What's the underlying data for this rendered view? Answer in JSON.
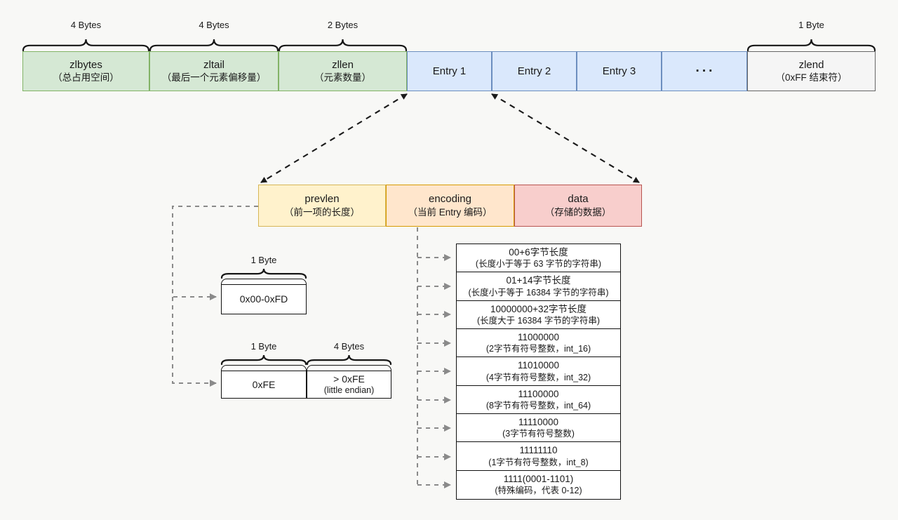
{
  "palette": {
    "background": "#f8f8f6",
    "green_fill": "#d5e8d4",
    "green_stroke": "#82b366",
    "blue_fill": "#dae8fc",
    "blue_stroke": "#6c8ebf",
    "gray_fill": "#f5f5f5",
    "gray_stroke": "#666666",
    "yellow_fill": "#fff2cc",
    "yellow_stroke": "#d6b656",
    "orange_fill": "#ffe6cc",
    "orange_stroke": "#d79b00",
    "red_fill": "#f8cecc",
    "red_stroke": "#b85450",
    "connector_black": "#1a1a1a",
    "connector_gray": "#8a8a8a"
  },
  "ziplist": {
    "size_labels": [
      "4 Bytes",
      "4 Bytes",
      "2 Bytes",
      "1 Byte"
    ],
    "segments": [
      {
        "name": "zlbytes",
        "subtitle": "（总占用空间）"
      },
      {
        "name": "zltail",
        "subtitle": "（最后一个元素偏移量）"
      },
      {
        "name": "zllen",
        "subtitle": "（元素数量）"
      },
      {
        "name": "Entry 1"
      },
      {
        "name": "Entry 2"
      },
      {
        "name": "Entry 3"
      },
      {
        "name": "···"
      },
      {
        "name": "zlend",
        "subtitle": "（0xFF 结束符）"
      }
    ]
  },
  "entry_fields": [
    {
      "name": "prevlen",
      "subtitle": "（前一项的长度）"
    },
    {
      "name": "encoding",
      "subtitle": "（当前 Entry 编码）"
    },
    {
      "name": "data",
      "subtitle": "（存储的数据）"
    }
  ],
  "prevlen_cases": {
    "one_byte": {
      "size_label": "1 Byte",
      "value": "0x00-0xFD"
    },
    "five_byte": {
      "flag": {
        "size_label": "1 Byte",
        "value": "0xFE"
      },
      "length": {
        "size_label": "4 Bytes",
        "value": "> 0xFE",
        "note": "(little endian)"
      }
    }
  },
  "encoding_table": [
    {
      "code": "00+6字节长度",
      "desc": "(长度小于等于 63 字节的字符串)"
    },
    {
      "code": "01+14字节长度",
      "desc": "(长度小于等于 16384 字节的字符串)"
    },
    {
      "code": "10000000+32字节长度",
      "desc": "(长度大于 16384 字节的字符串)"
    },
    {
      "code": "11000000",
      "desc": "(2字节有符号整数，int_16)"
    },
    {
      "code": "11010000",
      "desc": "(4字节有符号整数，int_32)"
    },
    {
      "code": "11100000",
      "desc": "(8字节有符号整数，int_64)"
    },
    {
      "code": "11110000",
      "desc": "(3字节有符号整数)"
    },
    {
      "code": "11111110",
      "desc": "(1字节有符号整数，int_8)"
    },
    {
      "code": "1111(0001-1101)",
      "desc": "(特殊编码，代表 0-12)"
    }
  ]
}
